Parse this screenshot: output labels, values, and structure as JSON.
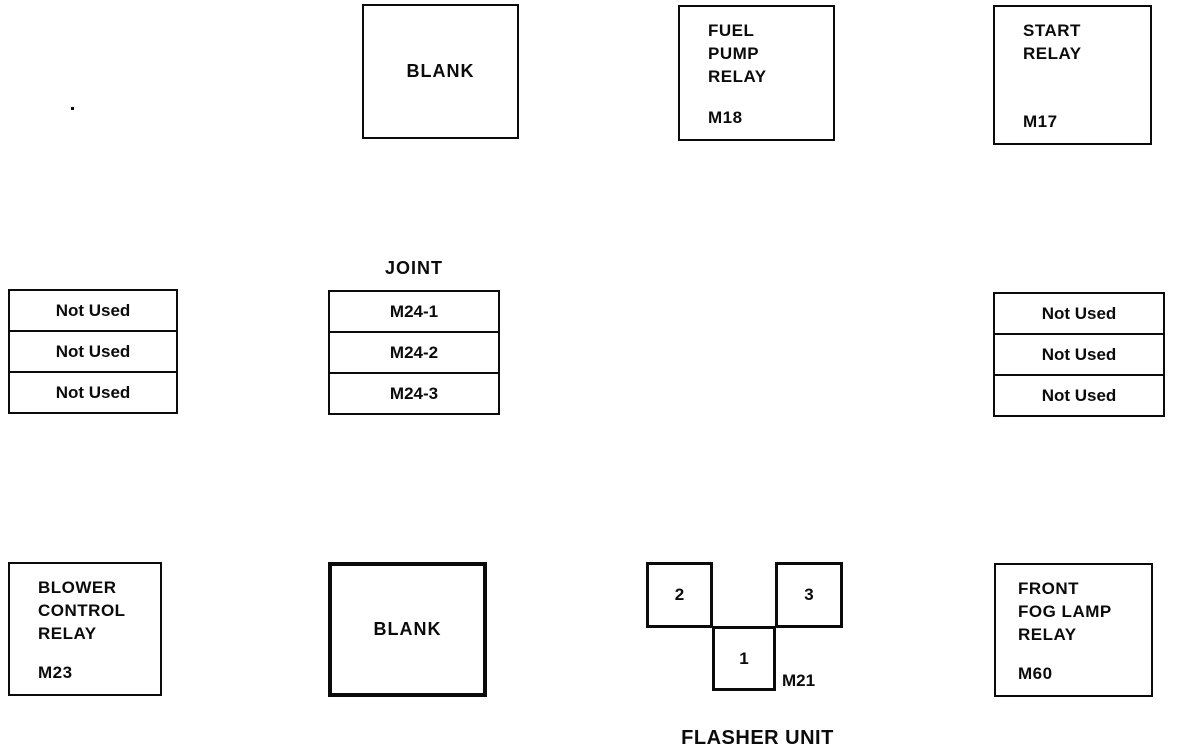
{
  "page": {
    "background_color": "#ffffff",
    "ink_color": "#0b0b0b"
  },
  "boxes": {
    "blank_top": {
      "label": "BLANK"
    },
    "fuel_pump_relay": {
      "title": "FUEL\nPUMP\nRELAY",
      "code": "M18"
    },
    "start_relay": {
      "title": "START\nRELAY",
      "code": "M17"
    },
    "left_not_used": {
      "rows": [
        "Not Used",
        "Not Used",
        "Not Used"
      ]
    },
    "joint_block": {
      "heading": "JOINT",
      "rows": [
        "M24-1",
        "M24-2",
        "M24-3"
      ]
    },
    "right_not_used": {
      "rows": [
        "Not Used",
        "Not Used",
        "Not Used"
      ]
    },
    "blower_control_relay": {
      "title": "BLOWER\nCONTROL\nRELAY",
      "code": "M23"
    },
    "blank_bottom": {
      "label": "BLANK"
    },
    "flasher_unit": {
      "slot_top_left": "2",
      "slot_top_right": "3",
      "slot_bottom": "1",
      "code": "M21",
      "caption": "FLASHER UNIT"
    },
    "front_fog_lamp_relay": {
      "title": "FRONT\nFOG LAMP\nRELAY",
      "code": "M60"
    }
  }
}
